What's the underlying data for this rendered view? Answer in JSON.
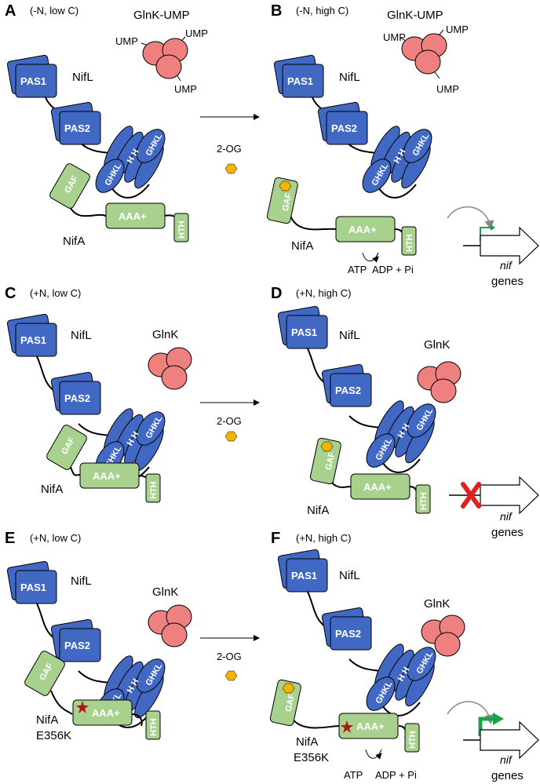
{
  "panels": [
    {
      "id": "A",
      "condition": "(-N, low C)",
      "glnk": "GlnK-UMP",
      "ump": [
        "UMP",
        "UMP",
        "UMP"
      ],
      "nifa": "NifA",
      "state": "off"
    },
    {
      "id": "B",
      "condition": "(-N, high C)",
      "glnk": "GlnK-UMP",
      "ump": [
        "UMP",
        "UMP",
        "UMP"
      ],
      "nifa": "NifA",
      "state": "on",
      "atp": "ATP",
      "adp": "ADP + Pi"
    },
    {
      "id": "C",
      "condition": "(+N, low C)",
      "glnk": "GlnK",
      "nifa": "NifA",
      "state": "off"
    },
    {
      "id": "D",
      "condition": "(+N, high C)",
      "glnk": "GlnK",
      "nifa": "NifA",
      "state": "blocked"
    },
    {
      "id": "E",
      "condition": "(+N, low C)",
      "glnk": "GlnK",
      "nifa": "NifA",
      "mutant": "E356K",
      "state": "off"
    },
    {
      "id": "F",
      "condition": "(+N, high C)",
      "glnk": "GlnK",
      "nifa": "NifA",
      "mutant": "E356K",
      "state": "on",
      "atp": "ATP",
      "adp": "ADP + Pi"
    }
  ],
  "labels": {
    "nifl": "NifL",
    "pas1": "PAS1",
    "pas2": "PAS2",
    "hh": "H H",
    "ghkl": "GHKL",
    "gaf": "GAF",
    "aaa": "AAA+",
    "hth": "HTH",
    "two_og": "2-OG",
    "nif": "nif",
    "genes": "genes"
  },
  "colors": {
    "nifl_blue": "#4169c4",
    "nifa_green": "#a8d18d",
    "glnk_pink": "#ef8080",
    "og_orange": "#f4b400",
    "promoter_green": "#1aa34a",
    "block_red": "#e0201b",
    "star_red": "#b01515"
  }
}
